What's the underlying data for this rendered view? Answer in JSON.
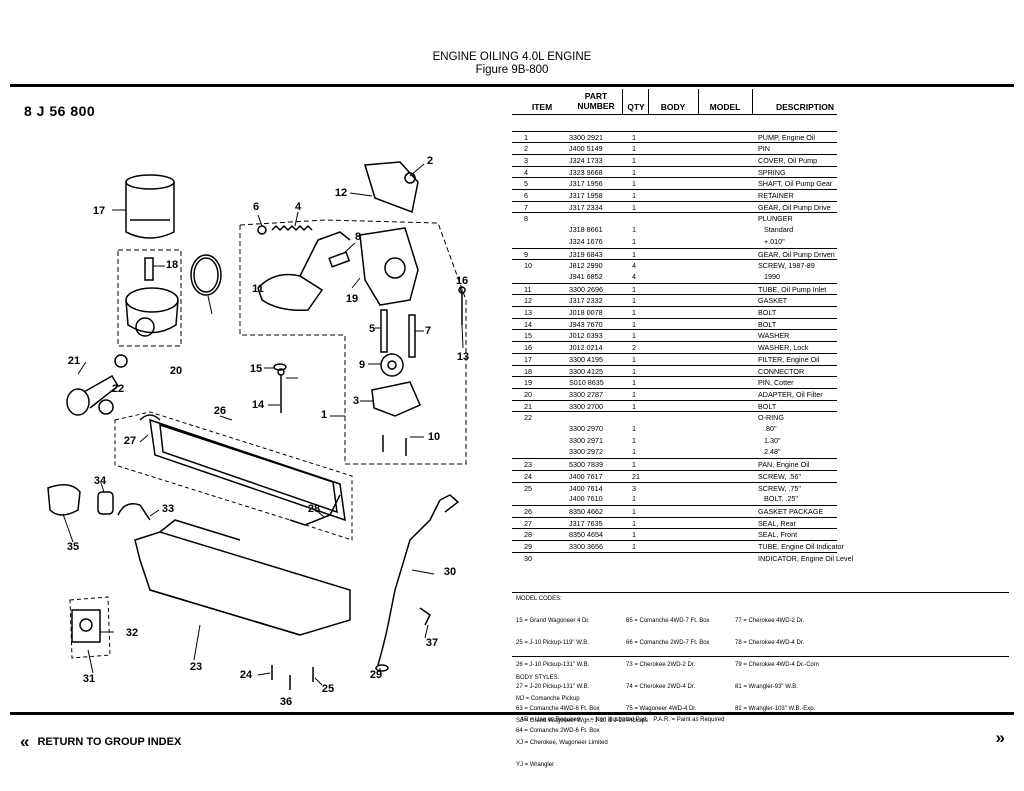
{
  "header": {
    "title": "ENGINE OILING 4.0L ENGINE",
    "figure": "Figure  9B-800"
  },
  "figure_code": "8 J 56 800",
  "columns": {
    "item": "ITEM",
    "part_top": "PART",
    "part_bottom": "NUMBER",
    "qty": "QTY",
    "body": "BODY",
    "model": "MODEL",
    "description": "DESCRIPTION"
  },
  "parts": [
    {
      "item": "1",
      "part": "3300 2921",
      "qty": "1",
      "desc": "PUMP, Engine Oil"
    },
    {
      "item": "2",
      "part": "J400 5149",
      "qty": "1",
      "desc": "PIN"
    },
    {
      "item": "3",
      "part": "J324 1733",
      "qty": "1",
      "desc": "COVER, Oil Pump"
    },
    {
      "item": "4",
      "part": "J323 9668",
      "qty": "1",
      "desc": "SPRING"
    },
    {
      "item": "5",
      "part": "J317 1956",
      "qty": "1",
      "desc": "SHAFT, Oil Pump Gear"
    },
    {
      "item": "6",
      "part": "J317 1958",
      "qty": "1",
      "desc": "RETAINER"
    },
    {
      "item": "7",
      "part": "J317 2334",
      "qty": "1",
      "desc": "GEAR, Oil Pump Drive"
    },
    {
      "item": "8",
      "part": "",
      "qty": "",
      "desc": "PLUNGER"
    },
    {
      "item": "",
      "part": "J318 8661",
      "qty": "1",
      "desc": "   Standard"
    },
    {
      "item": "",
      "part": "J324 1676",
      "qty": "1",
      "desc": "   +.010\""
    },
    {
      "item": "9",
      "part": "J319 6843",
      "qty": "1",
      "desc": "GEAR, Oil Pump Driven"
    },
    {
      "item": "10",
      "part": "J812 2990",
      "qty": "4",
      "desc": "SCREW, 1987-89"
    },
    {
      "item": "",
      "part": "J941 6852",
      "qty": "4",
      "desc": "   1990"
    },
    {
      "item": "11",
      "part": "3300 2696",
      "qty": "1",
      "desc": "TUBE, Oil Pump Inlet"
    },
    {
      "item": "12",
      "part": "J317 2332",
      "qty": "1",
      "desc": "GASKET"
    },
    {
      "item": "13",
      "part": "J018 0078",
      "qty": "1",
      "desc": "BOLT"
    },
    {
      "item": "14",
      "part": "J943 7670",
      "qty": "1",
      "desc": "BOLT"
    },
    {
      "item": "15",
      "part": "J012 0393",
      "qty": "1",
      "desc": "WASHER"
    },
    {
      "item": "16",
      "part": "J012 0214",
      "qty": "2",
      "desc": "WASHER, Lock"
    },
    {
      "item": "17",
      "part": "3300 4195",
      "qty": "1",
      "desc": "FILTER, Engine Oil"
    },
    {
      "item": "18",
      "part": "3300 4125",
      "qty": "1",
      "desc": "CONNECTOR"
    },
    {
      "item": "19",
      "part": "S010 8635",
      "qty": "1",
      "desc": "PIN, Cotter"
    },
    {
      "item": "20",
      "part": "3300 2787",
      "qty": "1",
      "desc": "ADAPTER, Oil Filter"
    },
    {
      "item": "21",
      "part": "3300 2700",
      "qty": "1",
      "desc": "BOLT"
    },
    {
      "item": "22",
      "part": "",
      "qty": "",
      "desc": "O-RING"
    },
    {
      "item": "",
      "part": "3300 2970",
      "qty": "1",
      "desc": "   .80\""
    },
    {
      "item": "",
      "part": "3300 2971",
      "qty": "1",
      "desc": "   1.30\""
    },
    {
      "item": "",
      "part": "3300 2972",
      "qty": "1",
      "desc": "   2.48\""
    },
    {
      "item": "23",
      "part": "5300 7839",
      "qty": "1",
      "desc": "PAN, Engine Oil"
    },
    {
      "item": "24",
      "part": "J400 7617",
      "qty": "21",
      "desc": "SCREW, .56\""
    },
    {
      "item": "25",
      "part": "J400 7614",
      "qty": "3",
      "desc": "SCREW, .75\""
    },
    {
      "item": "",
      "part": "J400 7610",
      "qty": "1",
      "desc": "   BOLT, .25\""
    },
    {
      "item": "26",
      "part": "8350 4662",
      "qty": "1",
      "desc": "GASKET PACKAGE"
    },
    {
      "item": "27",
      "part": "J317 7635",
      "qty": "1",
      "desc": "SEAL, Rear"
    },
    {
      "item": "28",
      "part": "8350 4654",
      "qty": "1",
      "desc": "SEAL, Front"
    },
    {
      "item": "29",
      "part": "3300 3656",
      "qty": "1",
      "desc": "TUBE, Engine Oil Indicator"
    },
    {
      "item": "30",
      "part": "",
      "qty": "",
      "desc": "INDICATOR, Engine Oil Level"
    }
  ],
  "model_codes": {
    "heading": "MODEL CODES:",
    "col1": [
      "15 = Grand Wagoneer 4 Dr.",
      "25 = J-10 Pickup-119\" W.B.",
      "26 = J-10 Pickup-131\" W.B.",
      "27 = J-20 Pickup-131\" W.B.",
      "63 = Comanche 4WD-6 Ft. Box",
      "64 = Comanche 2WD-6 Ft. Box"
    ],
    "col2": [
      "65 = Comanche 4WD-7 Ft. Box",
      "66 = Comanche 2WD-7 Ft. Box",
      "73 = Cherokee 2WD-2 Dr.",
      "74 = Cherokee 2WD-4 Dr.",
      "75 = Wagoneer 4WD-4 Dr."
    ],
    "col3": [
      "77 = Cherokee 4WD-2 Dr.",
      "78 = Cherokee 4WD-4 Dr.",
      "79 = Cherokee 4WD-4 Dr.-Com",
      "81 = Wrangler-93\" W.B.",
      "82 = Wrangler-103\" W.B.-Exp."
    ]
  },
  "body_styles": {
    "heading": "BODY STYLES:",
    "lines": [
      "MJ = Comanche Pickup",
      "SJ = Grand Wagoneer Wgn., J-10 & J-20 Pickups",
      "XJ = Cherokee, Wagoneer Limited",
      "YJ = Wrangler"
    ]
  },
  "footnote": "AR = Use as Required    - = Non Illustrated Part    P.A.R. = Paint as Required",
  "nav": {
    "return_label": "RETURN TO GROUP INDEX",
    "back_icon": "double-chevron-left-icon",
    "next_icon": "double-chevron-right-icon",
    "back_glyph": "«",
    "next_glyph": "»"
  },
  "callouts": [
    "1",
    "2",
    "3",
    "4",
    "5",
    "6",
    "7",
    "8",
    "9",
    "10",
    "11",
    "12",
    "13",
    "14",
    "15",
    "16",
    "17",
    "18",
    "19",
    "20",
    "21",
    "22",
    "23",
    "24",
    "25",
    "26",
    "27",
    "28",
    "29",
    "30",
    "31",
    "32",
    "33",
    "34",
    "35",
    "36",
    "37"
  ]
}
